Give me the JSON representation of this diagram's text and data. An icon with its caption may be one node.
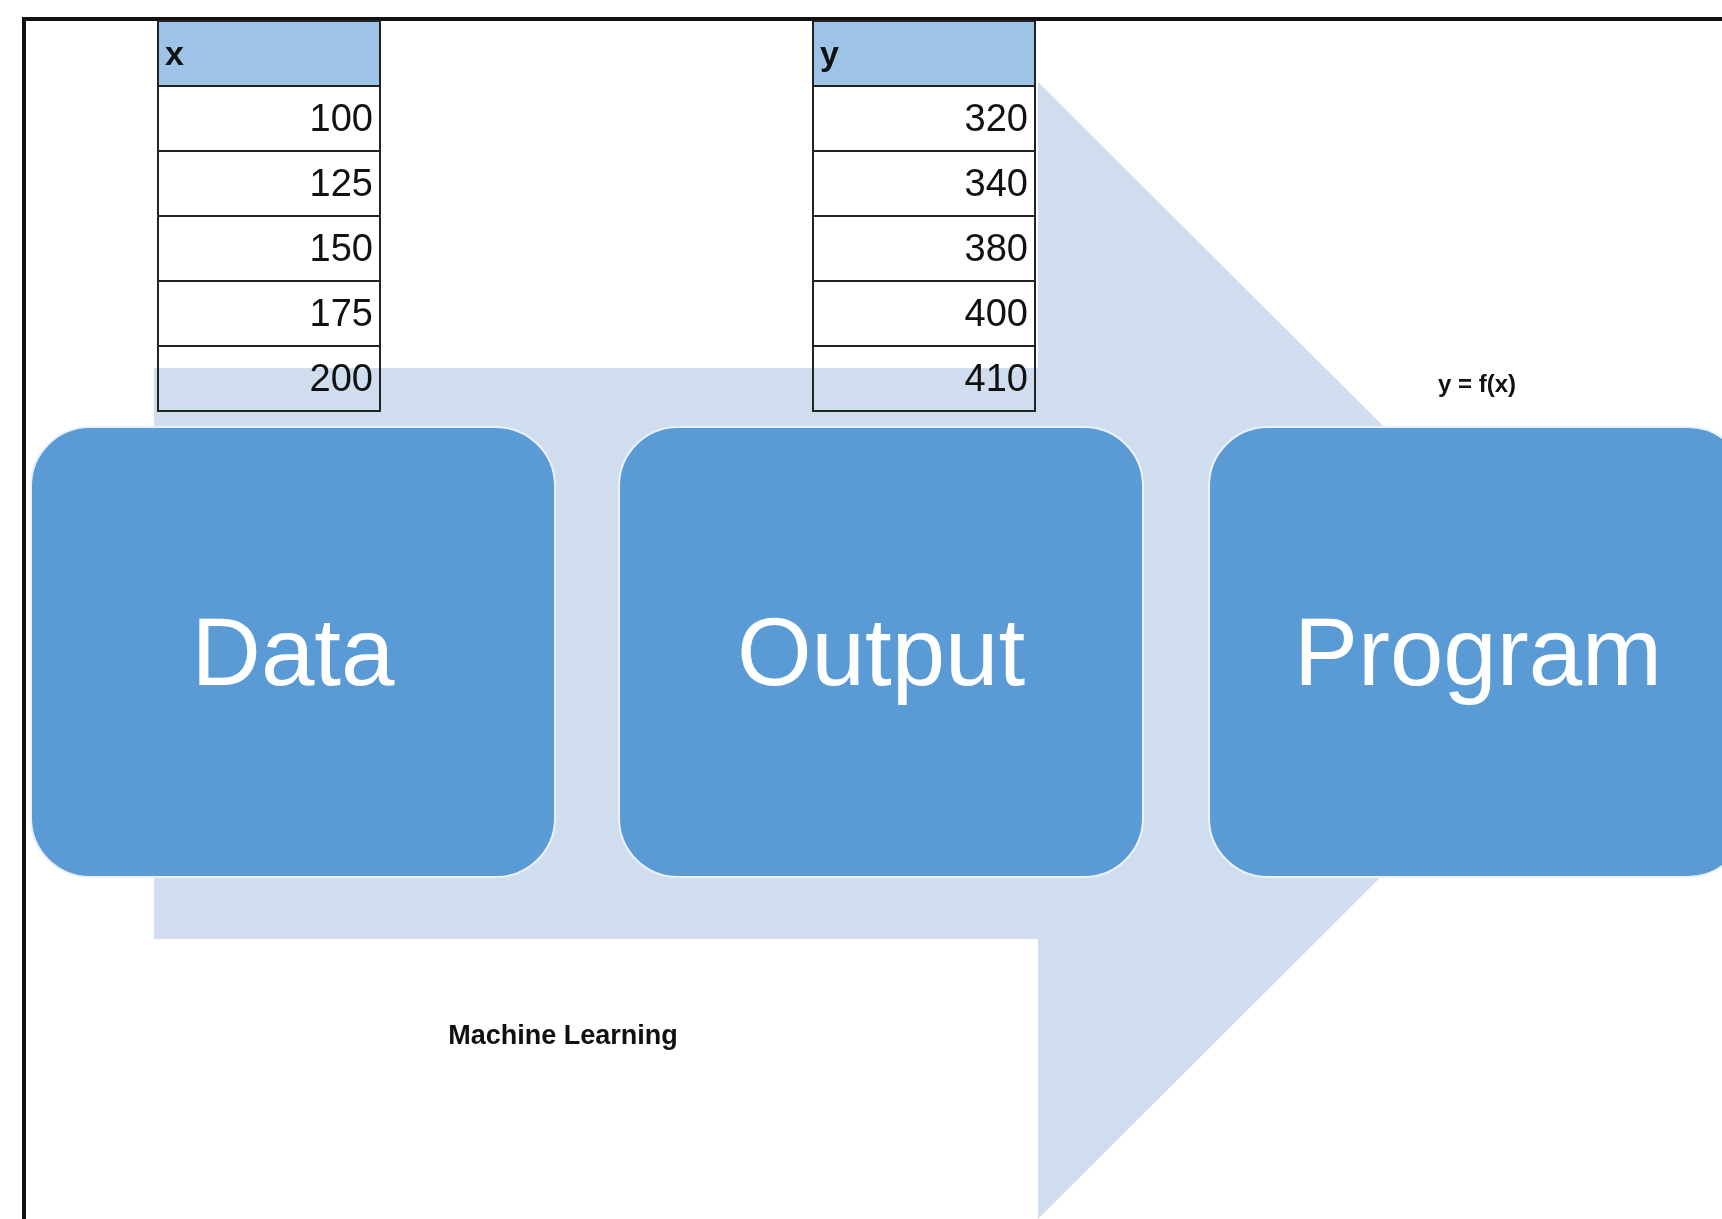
{
  "diagram": {
    "nodes": [
      {
        "text": [
          "Data"
        ]
      },
      {
        "text": [
          "Output"
        ]
      },
      {
        "text": [
          "Program"
        ]
      }
    ],
    "edges": [
      {
        "from": 0,
        "to": 2,
        "arrow": "to"
      }
    ],
    "labels": [
      "x",
      "100",
      "125",
      "150",
      "175",
      "200",
      "y",
      "320",
      "340",
      "380",
      "400",
      "410",
      "y = f(x)",
      "Machine Learning"
    ]
  }
}
